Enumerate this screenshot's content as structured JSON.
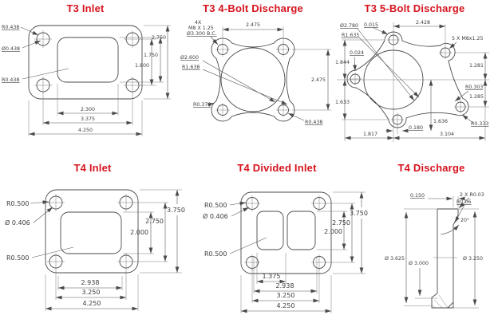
{
  "colors": {
    "accent_red": "#d6131d",
    "line": "#4a4a4a",
    "background": "#ffffff"
  },
  "t3_inlet": {
    "title": "T3 Inlet",
    "r_bolt": "R0.438",
    "d_bolt": "Ø0.438",
    "r_opening": "R0.438",
    "w_opening": "2.300",
    "w_bolts": "3.375",
    "w_flange": "4.250",
    "h_bolts": "1.800",
    "h_opening": "1.750",
    "h_flange": "2.750"
  },
  "t3_4bolt": {
    "title": "T3 4-Bolt Discharge",
    "bolt_qty": "4X",
    "bolt_thread": "M8 X 1.25",
    "bolt_circle": "Ø3.300 B.C.",
    "bore": "Ø2.600",
    "r_body": "R1.638",
    "r_corner": "R0.370",
    "r_edge": "R0.438",
    "w_bolts": "2.475",
    "h_bolts": "2.475"
  },
  "t3_5bolt": {
    "title": "T3 5-Bolt Discharge",
    "bore": "Ø2.780",
    "r_body": "R1.635",
    "bolt_spec": "5 X M8x1.25",
    "offset_top": "0.015",
    "w_top": "2.428",
    "offset_left": "0.024",
    "h_left_upper": "1.844",
    "h_left_lower": "1.633",
    "h_right_upper": "1.281",
    "h_right_lower": "1.285",
    "r_mid": "R0.303",
    "r_low": "R0.333",
    "h_bottom": "1.636",
    "offset_bottom": "0.180",
    "w_bottom_left": "1.817",
    "w_bottom_right": "3.104"
  },
  "t4_inlet": {
    "title": "T4 Inlet",
    "r_bolt": "R0.500",
    "d_bolt": "Ø 0.406",
    "r_opening": "R0.500",
    "w_opening": "2.938",
    "w_bolts": "3.250",
    "w_flange": "4.250",
    "h_opening": "2.000",
    "h_bolts": "2.750",
    "h_flange": "3.750"
  },
  "t4_divided": {
    "title": "T4 Divided Inlet",
    "r_bolt": "R0.500",
    "d_bolt": "Ø 0.406",
    "r_opening": "R0.500",
    "w_half": "1.375",
    "w_opening": "2.938",
    "w_bolts": "3.250",
    "w_flange": "4.250",
    "h_opening": "2.000",
    "h_bolts": "2.750",
    "h_flange": "3.750"
  },
  "t4_discharge": {
    "title": "T4 Discharge",
    "lip_width": "0.150",
    "r_double": "2 X R0.03",
    "r_small": "R0.06",
    "angle": "20°",
    "d_outer": "Ø 3.625",
    "d_bore": "Ø 3.000",
    "d_flange": "Ø 3.250"
  }
}
